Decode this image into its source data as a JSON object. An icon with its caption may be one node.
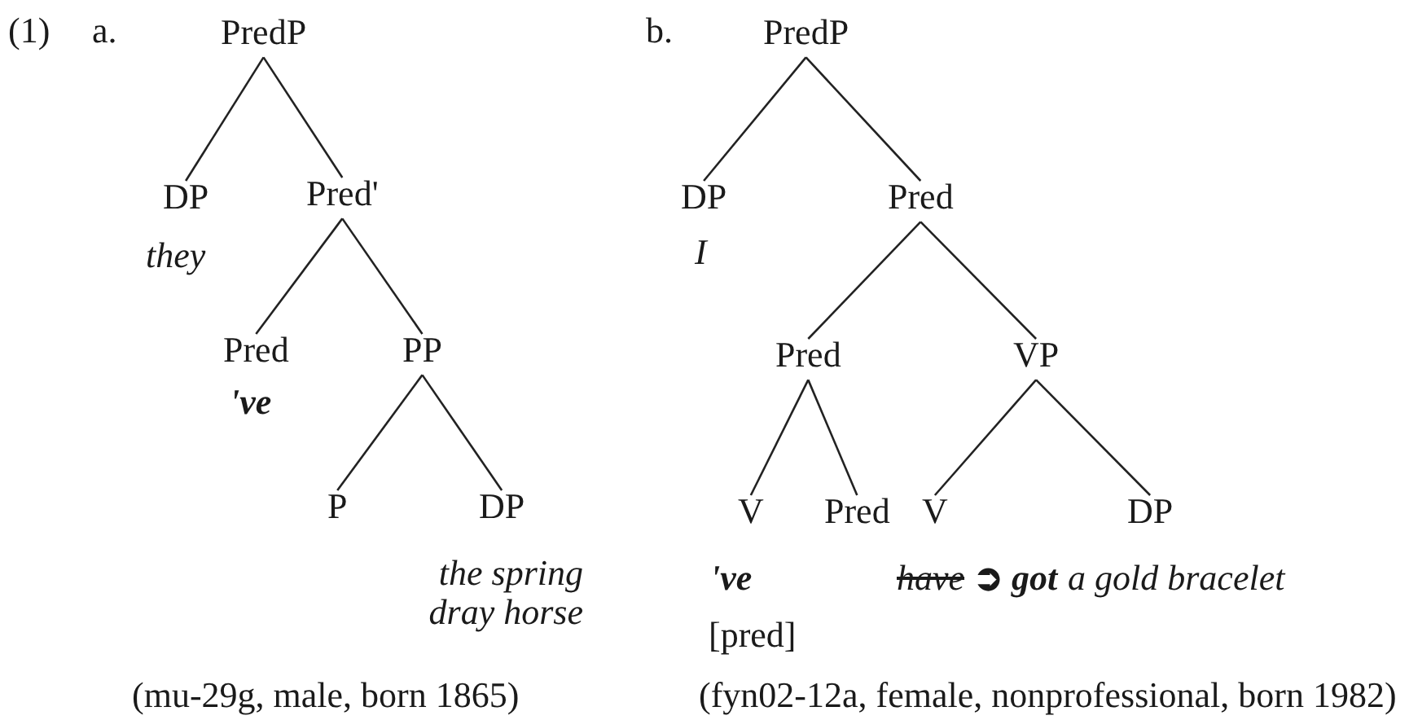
{
  "diagram": {
    "nodes": [
      {
        "text": [
          "PredP"
        ]
      },
      {
        "text": [
          "DP",
          "they"
        ]
      },
      {
        "text": [
          "Pred'"
        ]
      },
      {
        "text": [
          "Pred",
          "'ve"
        ]
      },
      {
        "text": [
          "PP"
        ]
      },
      {
        "text": [
          "P"
        ]
      },
      {
        "text": [
          "DP",
          "the spring dray horse"
        ]
      },
      {
        "text": [
          "PredP"
        ]
      },
      {
        "text": [
          "DP",
          "I"
        ]
      },
      {
        "text": [
          "Pred"
        ]
      },
      {
        "text": [
          "Pred"
        ]
      },
      {
        "text": [
          "VP"
        ]
      },
      {
        "text": [
          "V",
          "'ve",
          "[pred]"
        ]
      },
      {
        "text": [
          "Pred"
        ]
      },
      {
        "text": [
          "V",
          "have ➲ got"
        ]
      },
      {
        "text": [
          "DP",
          "a gold bracelet"
        ]
      }
    ],
    "edges": [
      {
        "from": 0,
        "to": 1,
        "arrow": "none"
      },
      {
        "from": 0,
        "to": 2,
        "arrow": "none"
      },
      {
        "from": 2,
        "to": 3,
        "arrow": "none"
      },
      {
        "from": 2,
        "to": 4,
        "arrow": "none"
      },
      {
        "from": 4,
        "to": 5,
        "arrow": "none"
      },
      {
        "from": 4,
        "to": 6,
        "arrow": "none"
      },
      {
        "from": 7,
        "to": 8,
        "arrow": "none"
      },
      {
        "from": 7,
        "to": 9,
        "arrow": "none"
      },
      {
        "from": 9,
        "to": 10,
        "arrow": "none"
      },
      {
        "from": 9,
        "to": 11,
        "arrow": "none"
      },
      {
        "from": 10,
        "to": 12,
        "arrow": "none"
      },
      {
        "from": 10,
        "to": 13,
        "arrow": "none"
      },
      {
        "from": 11,
        "to": 14,
        "arrow": "none"
      },
      {
        "from": 11,
        "to": 15,
        "arrow": "none"
      }
    ],
    "labels": [
      "(1)",
      "a.",
      "b.",
      "(mu-29g, male, born 1865)",
      "(fyn02-12a, female, nonprofessional, born 1982)"
    ]
  }
}
